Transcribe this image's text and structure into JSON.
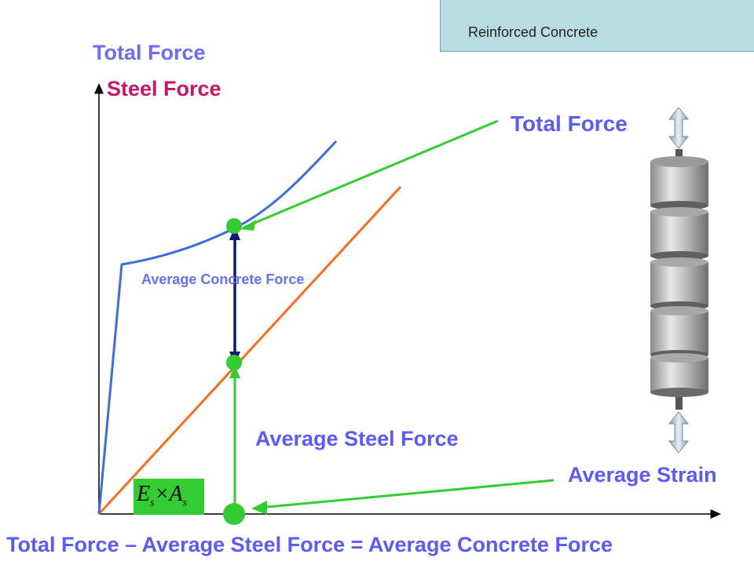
{
  "title": "Reinforced Concrete",
  "labels": {
    "total_force_axis": "Total Force",
    "steel_force_axis": "Steel Force",
    "total_force_curve": "Total Force",
    "average_concrete_force": "Average Concrete Force",
    "average_steel_force": "Average Steel Force",
    "average_strain": "Average Strain",
    "equation": "Total Force – Average Steel Force = Average Concrete Force"
  },
  "formula": {
    "e": "E",
    "s1": "s",
    "times": "×",
    "a": "A",
    "s2": "s"
  },
  "colors": {
    "total_force_curve": "#3a6fe0",
    "steel_force_line": "#ff6a1a",
    "arrows": "#33cc33",
    "concrete_arrow": "#0a1a7a",
    "title_bg": "#b7dde2"
  }
}
